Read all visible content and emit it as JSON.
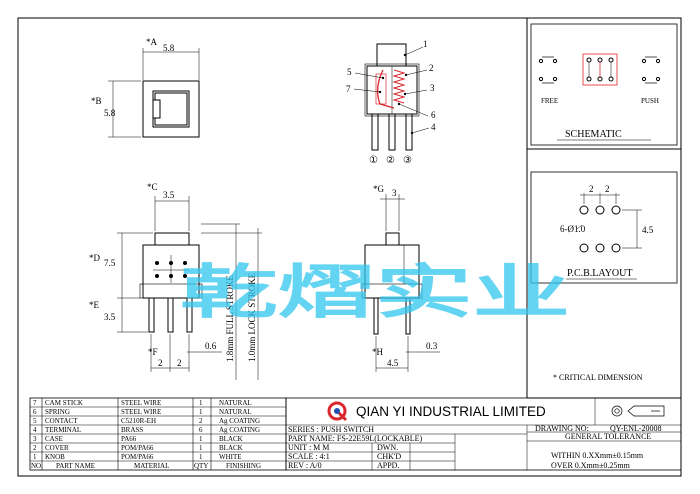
{
  "title_block": {
    "company": "QIAN YI INDUSTRIAL LIMITED",
    "drawing_no_label": "DRAWING NO:",
    "drawing_no": "QY-ENL-20008",
    "general_tolerance": "GENERAL TOLERANCE",
    "within": "WITHIN 0.XXmm±0.15mm",
    "over": "OVER   0.Xmm±0.25mm",
    "series": "SERIES : PUSH SWITCH",
    "part_name": "PART NAME: FS-22E59L(LOCKABLE)",
    "unit": "UNIT : M M",
    "scale": "SCALE : 4:1",
    "rev": "REV   : A/0",
    "dwn": "DWN.",
    "chkd": "CHK'D",
    "appd": "APPD.",
    "critical_dimension": "* CRITICAL  DIMENSION"
  },
  "bom": {
    "header": {
      "no": "NO.",
      "part": "PART NAME",
      "material": "MATERIAL",
      "qty": "QTY",
      "finishing": "FINISHING"
    },
    "rows": [
      {
        "no": "7",
        "part": "CAM STICK",
        "material": "STEEL WIRE",
        "qty": "1",
        "finishing": "NATURAL"
      },
      {
        "no": "6",
        "part": "SPRING",
        "material": "STEEL WIRE",
        "qty": "1",
        "finishing": "NATURAL"
      },
      {
        "no": "5",
        "part": "CONTACT",
        "material": "C5210R-EH",
        "qty": "2",
        "finishing": "Ag COATING"
      },
      {
        "no": "4",
        "part": "TERMINAL",
        "material": "BRASS",
        "qty": "6",
        "finishing": "Ag COATING"
      },
      {
        "no": "3",
        "part": "CASE",
        "material": "PA66",
        "qty": "1",
        "finishing": "BLACK"
      },
      {
        "no": "2",
        "part": "COVER",
        "material": "POM/PA66",
        "qty": "1",
        "finishing": "BLACK"
      },
      {
        "no": "1",
        "part": "KNOB",
        "material": "POM/PA66",
        "qty": "1",
        "finishing": "WHITE"
      }
    ]
  },
  "views": {
    "schematic_title": "SCHEMATIC",
    "free_label": "FREE",
    "push_label": "PUSH",
    "pcb_title": "P.C.B.LAYOUT",
    "pcb_pitch_1": "2",
    "pcb_pitch_2": "2",
    "pcb_hole": "6-Ø1.0",
    "pcb_row": "4.5",
    "full_stroke": "1.8mm FULL STROKE",
    "lock_stroke": "1.0mm LOCK STROKE"
  },
  "dims": {
    "A": "*A",
    "A_val": "5.8",
    "B": "*B",
    "B_val": "5.8",
    "C": "*C",
    "C_val": "3.5",
    "D": "*D",
    "D_val": "7.5",
    "E": "*E",
    "E_val": "3.5",
    "F": "*F",
    "F_val1": "2",
    "F_val2": "2",
    "pin_w": "0.6",
    "G": "*G",
    "G_val": "3",
    "H": "*H",
    "H_val": "4.5",
    "pin_t": "0.3"
  },
  "balloons": {
    "b1": "1",
    "b2": "2",
    "b3": "3",
    "b4": "4",
    "b5": "5",
    "b6": "6",
    "b7": "7",
    "c1": "①",
    "c2": "②",
    "c3": "③"
  },
  "watermark": "乾熠实业",
  "colors": {
    "line": "#000000",
    "red": "#d9272e",
    "cyan": "#30c6ee",
    "blue": "#1f4fb0"
  }
}
